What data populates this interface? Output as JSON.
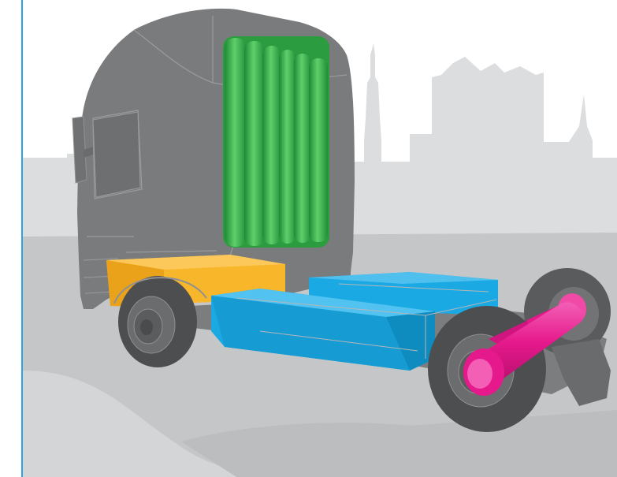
{
  "illustration": {
    "subject": "truck-tractor-component-cutaway",
    "components": [
      {
        "id": "hydrogen-tank-rack",
        "color": "#2eaa44"
      },
      {
        "id": "yellow-battery-box",
        "color": "#f8b62b"
      },
      {
        "id": "blue-battery-box",
        "color": "#1aa9e3"
      },
      {
        "id": "magenta-electric-axle-motor",
        "color": "#e6198c"
      }
    ]
  },
  "colors": {
    "accent_line": "#29a6e0",
    "truck_body": "#7a7b7d",
    "skyline": "#dadbdc",
    "ground": "#c4c5c7",
    "tire": "#4d4e50"
  }
}
